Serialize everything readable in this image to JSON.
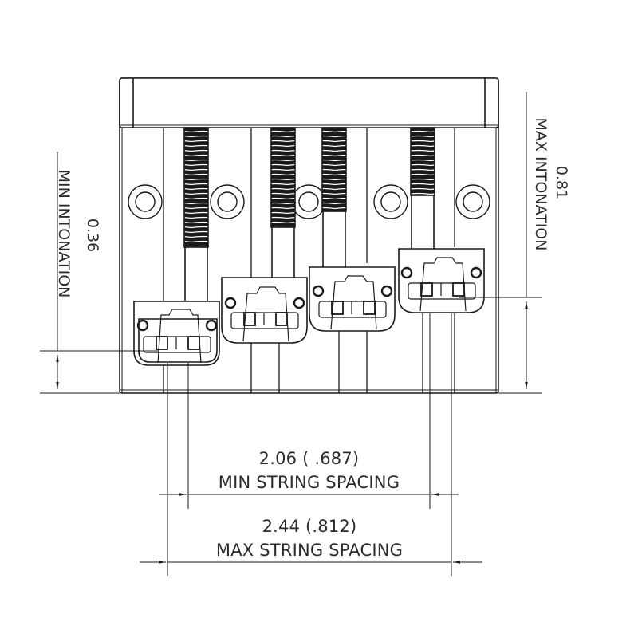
{
  "drawing": {
    "subject": "4-string bass bridge",
    "colors": {
      "line": "#1a1a1a",
      "text": "#2b2b2b",
      "background": "#ffffff"
    },
    "saddles": 4,
    "mounting_holes": 4
  },
  "dimensions": {
    "min_intonation": {
      "value": "0.36",
      "label": "MIN INTONATION"
    },
    "max_intonation": {
      "value": "0.81",
      "label": "MAX INTONATION"
    },
    "min_string_spacing": {
      "value": "2.06 ( .687)",
      "label": "MIN STRING SPACING"
    },
    "max_string_spacing": {
      "value": "2.44 (.812)",
      "label": "MAX STRING SPACING"
    }
  }
}
